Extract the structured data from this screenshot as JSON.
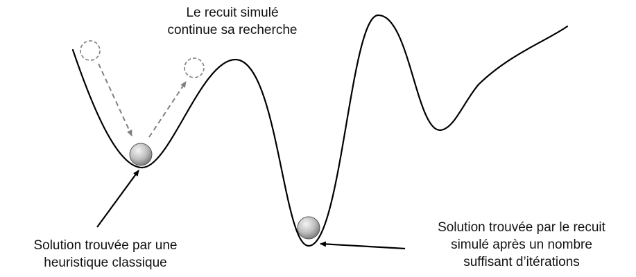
{
  "annotations": {
    "continue_search": {
      "line1": "Le recuit simulé",
      "line2": "continue sa recherche"
    },
    "classic_heuristic": {
      "line1": "Solution trouvée par une",
      "line2": "heuristique classique"
    },
    "simulated_annealing": {
      "line1": "Solution trouvée par le recuit",
      "line2": "simulé après un nombre",
      "line3": "suffisant d’itérations"
    }
  },
  "colors": {
    "curve": "#000000",
    "ball_light": "#f2f2f2",
    "ball_dark": "#7a7a7a",
    "ghost_ball": "#8a8a8a",
    "dashed_arrow": "#7f7f7f"
  }
}
